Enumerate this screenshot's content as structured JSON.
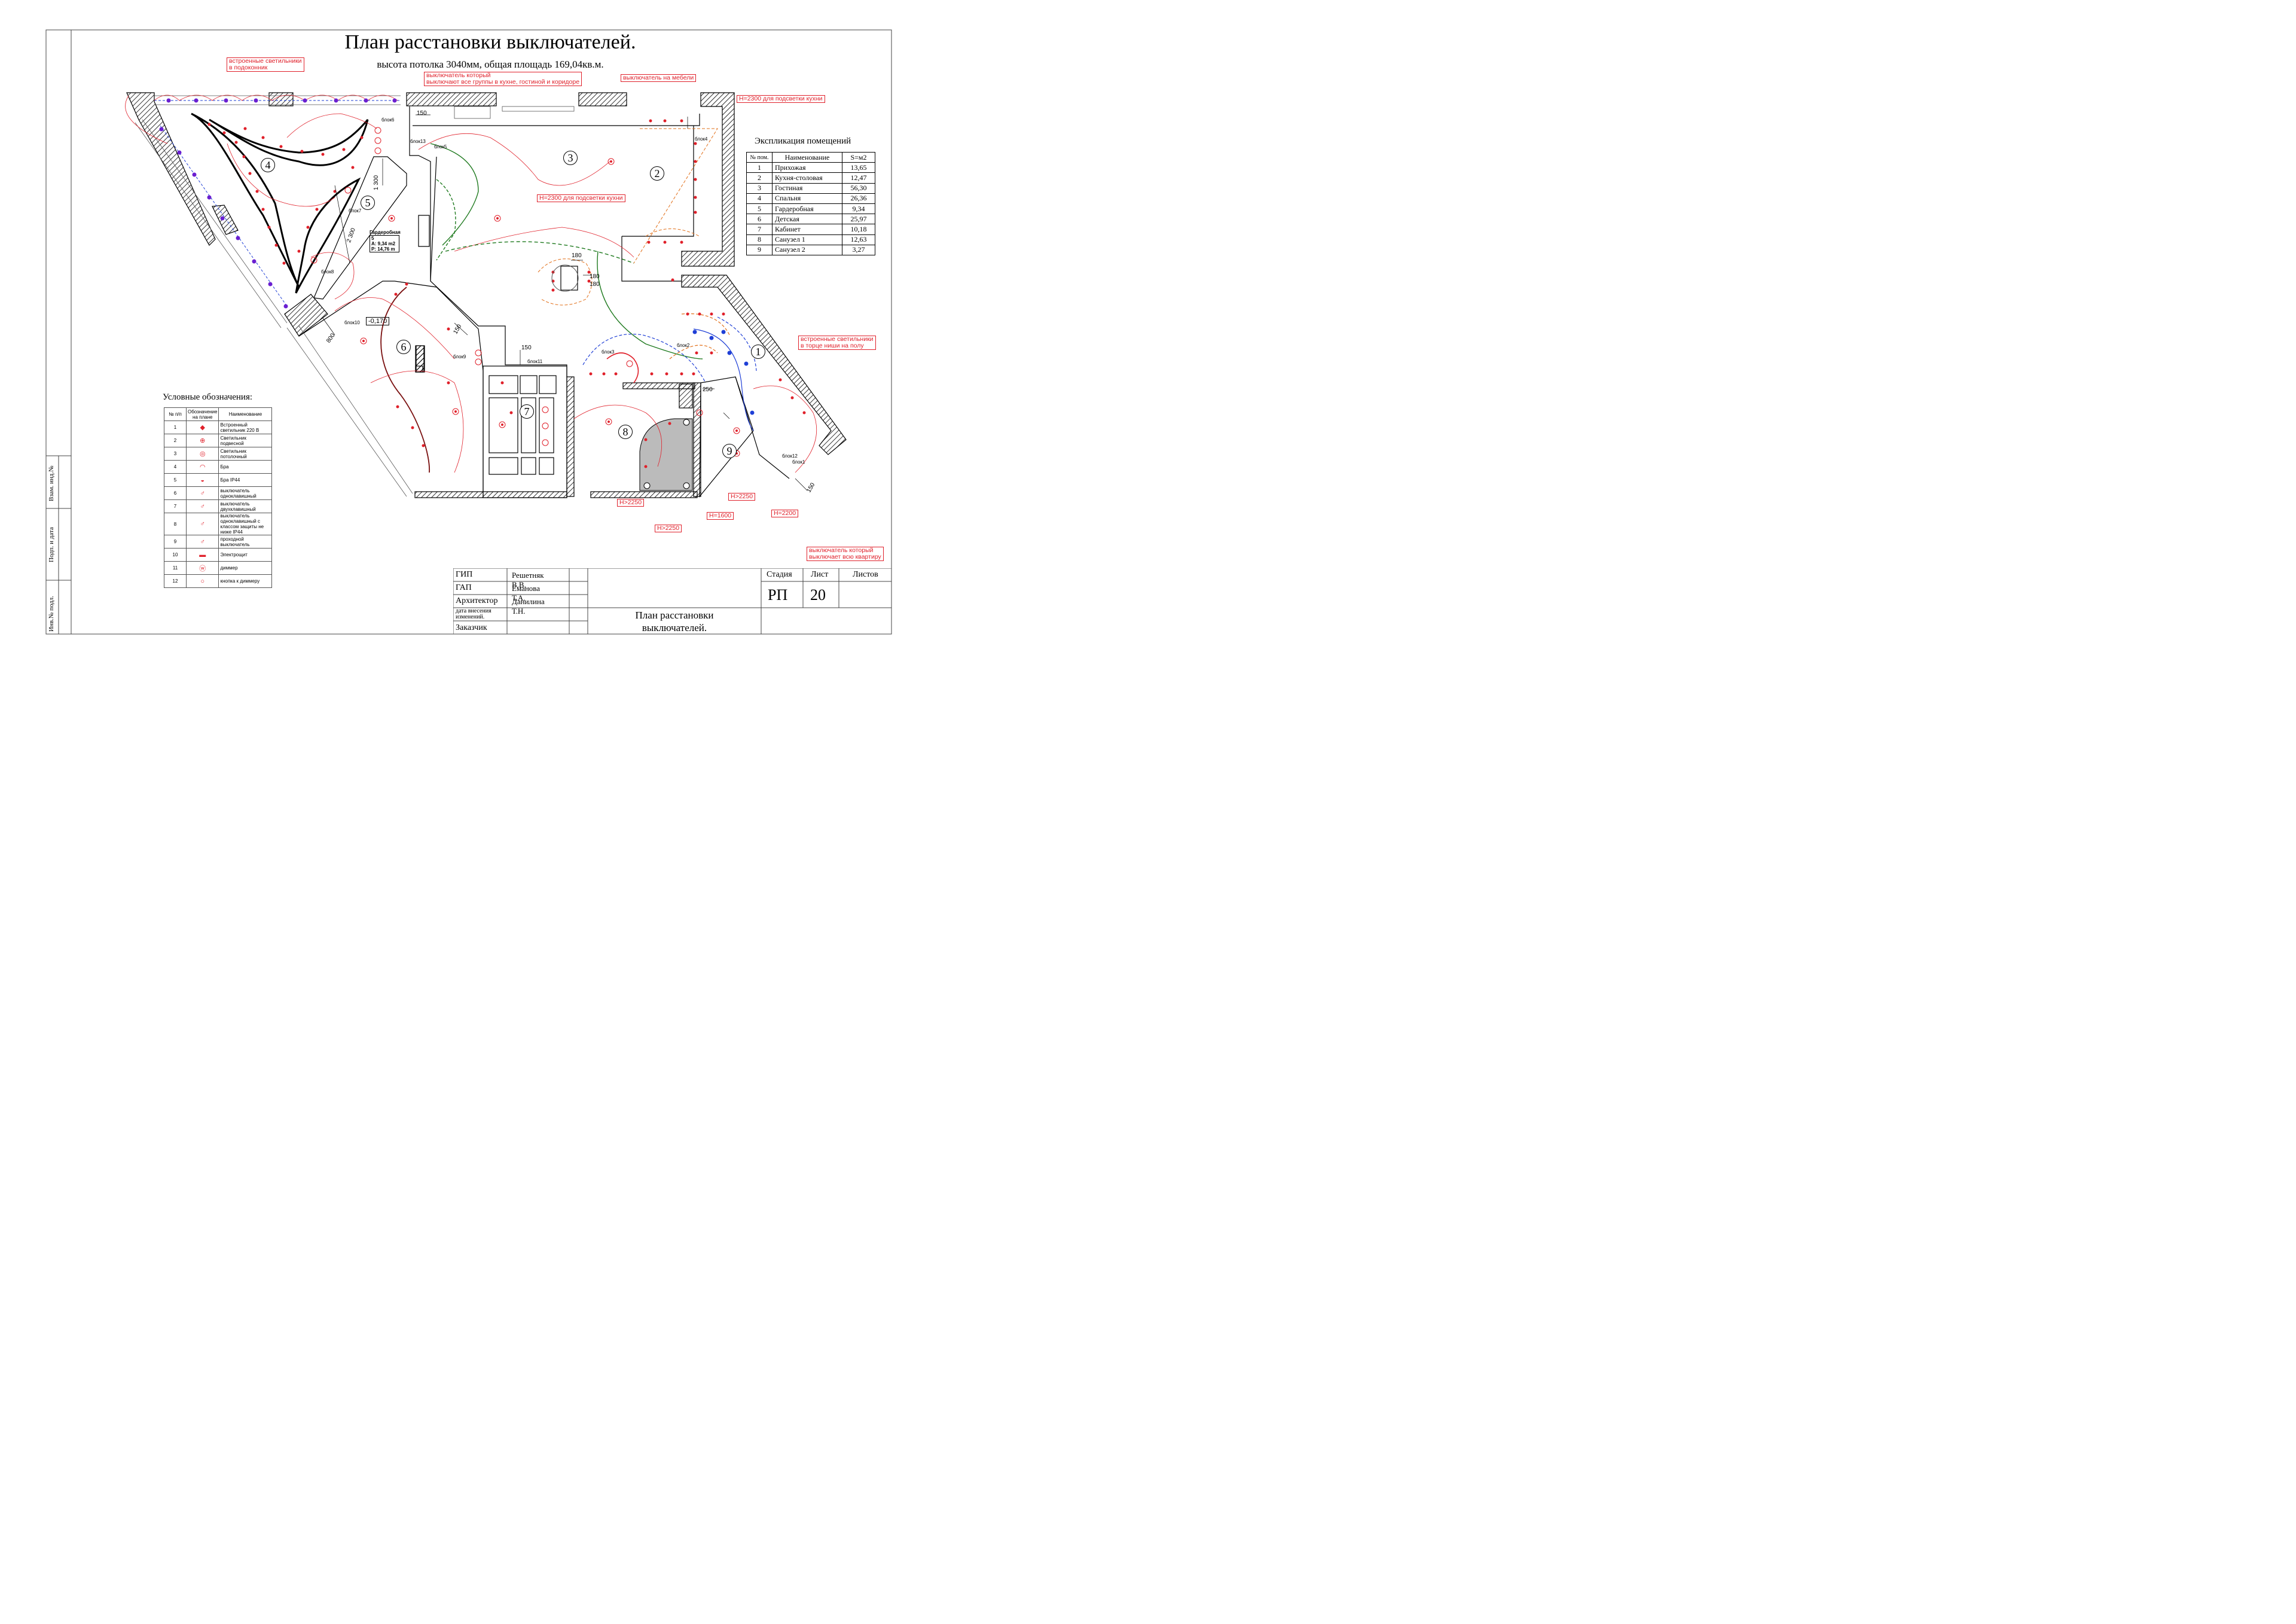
{
  "title": "План расстановки выключателей.",
  "subtitle": "высота потолка 3040мм, общая площадь  169,04кв.м.",
  "annotations": {
    "sill_lights": [
      "встроенные светильники",
      "в подоконник"
    ],
    "main_switch": [
      "выключатель который",
      "выключают все группы в кухне, гостиной и коридоре"
    ],
    "furniture_switch": "выключатель на мебели",
    "kitchen_h1": "Н=2300 для подсветки кухни",
    "kitchen_h2": "Н=2300 для подсветки кухни",
    "niche_lights": [
      "встроенные светильники",
      "в торце ниши на полу"
    ],
    "apartment_switch": [
      "выключатель который",
      "выключает всю квартиру"
    ],
    "h2250_a": "Н>2250",
    "h2250_b": "Н>2250",
    "h2250_c": "Н>2250",
    "h1600": "Н=1600",
    "h2200": "Н=2200"
  },
  "room_numbers": [
    "1",
    "2",
    "3",
    "4",
    "5",
    "6",
    "7",
    "8",
    "9"
  ],
  "dimensions": {
    "d150a": "150",
    "d150b": "150",
    "d150c": "150",
    "d150d": "150",
    "d180a": "180",
    "d180b": "180",
    "d180c": "180",
    "d1300": "1 300",
    "d2300": "2 300",
    "d800": "800",
    "d250": "250",
    "d170": "-0,170"
  },
  "blocks": [
    "блок1",
    "блок2",
    "блок3",
    "блок4",
    "блок5",
    "блок6",
    "блок7",
    "блок8",
    "блок9",
    "блок10",
    "блок11",
    "блок12",
    "блок13"
  ],
  "wardrobe_tag": {
    "name": "Гардеробная",
    "num": "5",
    "area": "A: 9,34 m2",
    "perim": "P: 14,76 m"
  },
  "explication": {
    "title": "Экспликация помещений",
    "headers": [
      "№ пом.",
      "Наименование",
      "S=м2"
    ],
    "rows": [
      [
        "1",
        "Прихожая",
        "13,65"
      ],
      [
        "2",
        "Кухня-столовая",
        "12,47"
      ],
      [
        "3",
        "Гостиная",
        "56,30"
      ],
      [
        "4",
        "Спальня",
        "26,36"
      ],
      [
        "5",
        "Гардеробная",
        "9,34"
      ],
      [
        "6",
        "Детская",
        "25,97"
      ],
      [
        "7",
        "Кабинет",
        "10,18"
      ],
      [
        "8",
        "Санузел 1",
        "12,63"
      ],
      [
        "9",
        "Санузел 2",
        "3,27"
      ]
    ]
  },
  "legend": {
    "title": "Условные обозначения:",
    "headers": [
      "№ п/п",
      "Обозначение на плане",
      "Наименование"
    ],
    "rows": [
      [
        "1",
        "Встроенный  светильник 220 В"
      ],
      [
        "2",
        "Светильник подвесной"
      ],
      [
        "3",
        "Светильник потолочный"
      ],
      [
        "4",
        "Бра"
      ],
      [
        "5",
        "Бра IP44"
      ],
      [
        "6",
        "выключатель одноклавишный"
      ],
      [
        "7",
        "выключатель двухклавишный"
      ],
      [
        "8",
        "выключатель одноклавишный с классом защиты не ниже IP44"
      ],
      [
        "9",
        "проходной выключатель"
      ],
      [
        "10",
        "Электрощит"
      ],
      [
        "11",
        "диммер"
      ],
      [
        "12",
        "кнопка к диммеру"
      ]
    ]
  },
  "stamp": {
    "gip_label": "ГИП",
    "gip_name": "Решетняк В.В.",
    "gap_label": "ГАП",
    "gap_name": "Еманова Т.А.",
    "arch_label": "Архитектор",
    "arch_name": "Данилина Т.Н.",
    "date_label": "дата  внесения изменений.",
    "client_label": "Заказчик",
    "stage_label": "Стадия",
    "sheet_label": "Лист",
    "sheets_label": "Листов",
    "stage": "РП",
    "sheet": "20",
    "doc_title": "План расстановки выключателей."
  },
  "side_labels": {
    "inv_vz": "Взам. инд.№",
    "sign_date": "Подп. и дата",
    "inv_orig": "Инв.№ подл."
  },
  "colors": {
    "red": "#e0202a",
    "purple": "#6a1fd1",
    "blue": "#1f3fd6",
    "green": "#1f7a1f",
    "orange": "#e2701a",
    "darkred": "#7a1010",
    "hatch": "#000000"
  }
}
